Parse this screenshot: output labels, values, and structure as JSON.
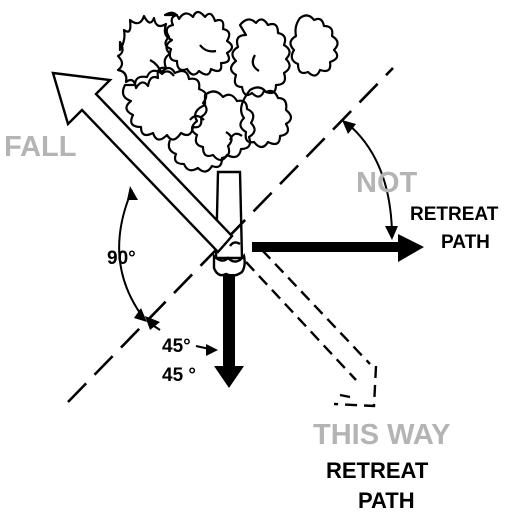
{
  "labels": {
    "fall": "FALL",
    "not": "NOT",
    "retreat_path_right_line1": "RETREAT",
    "retreat_path_right_line2": "PATH",
    "angle_90": "90°",
    "angle_45_a": "45°",
    "angle_45_b": "45 °",
    "this_way": "THIS WAY",
    "retreat_path_bottom_line1": "RETREAT",
    "retreat_path_bottom_line2": "PATH"
  },
  "colors": {
    "ink": "#000000",
    "gray_text": "#b4b4b4",
    "background": "#ffffff"
  }
}
